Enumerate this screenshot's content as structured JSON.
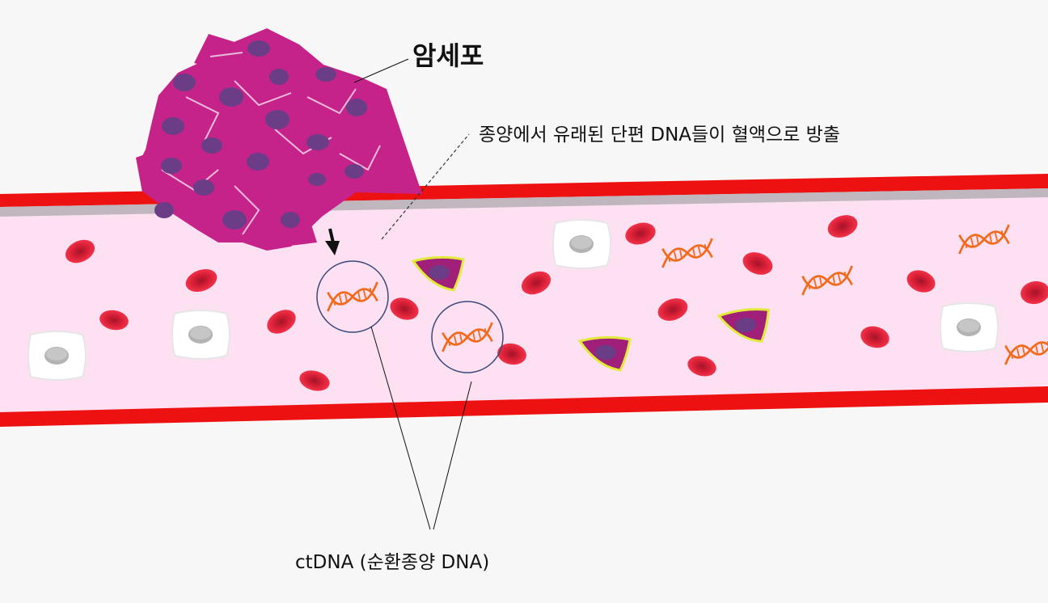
{
  "labels": {
    "cancer_cell": "암세포",
    "release_note": "종양에서 유래된 단편 DNA들이 혈액으로 방출",
    "ctdna": "ctDNA (순환종양 DNA)"
  },
  "colors": {
    "background": "#f7f7f7",
    "vessel_wall": "#ee1111",
    "vessel_lumen": "#fde0f2",
    "red_blood_cell": "#e8283f",
    "tumor_cell": "#c6238a",
    "tumor_nucleus": "#6b3d86",
    "dna_strand": "#f26a1b",
    "white_blood_cell": "#ffffff",
    "circle_outline": "#3b4a7a"
  },
  "icons": [
    "tumor-cell-cluster",
    "red-blood-cell",
    "white-blood-cell",
    "dna-fragment-icon",
    "circulating-tumor-cell",
    "release-arrow-icon"
  ]
}
